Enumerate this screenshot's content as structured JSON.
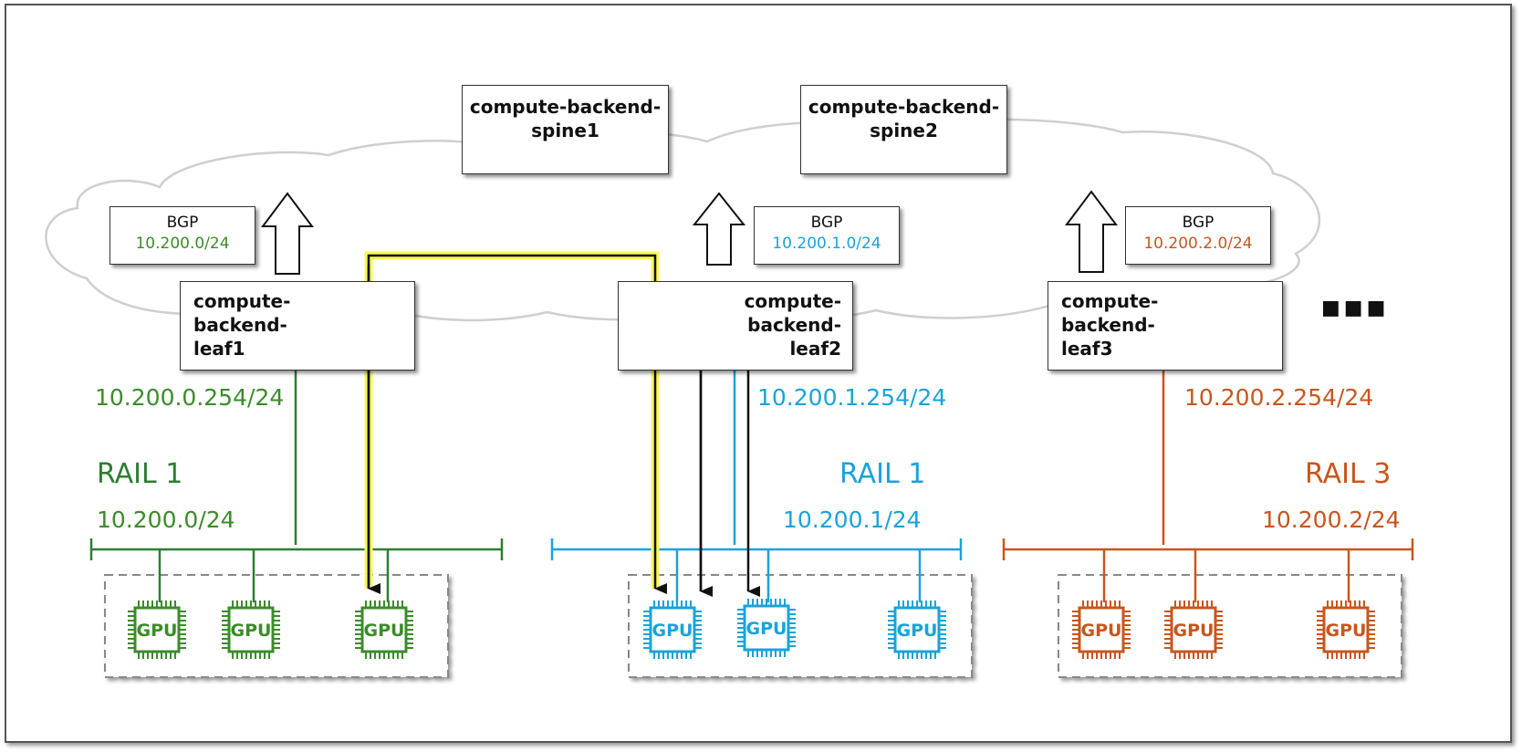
{
  "colors": {
    "green": "#3b8c2a",
    "blue": "#1aa3d9",
    "orange": "#c8561c",
    "highlight": "#f7f75a"
  },
  "spines": [
    {
      "line1": "compute-backend-",
      "line2": "spine1"
    },
    {
      "line1": "compute-backend-",
      "line2": "spine2"
    }
  ],
  "leaves": [
    {
      "line1": "compute-",
      "line2": "backend-",
      "line3": "leaf1"
    },
    {
      "line1": "compute-",
      "line2": "backend-",
      "line3": "leaf2"
    },
    {
      "line1": "compute-",
      "line2": "backend-",
      "line3": "leaf3"
    }
  ],
  "bgp": [
    {
      "title": "BGP",
      "prefix": "10.200.0/24"
    },
    {
      "title": "BGP",
      "prefix": "10.200.1.0/24"
    },
    {
      "title": "BGP",
      "prefix": "10.200.2.0/24"
    }
  ],
  "gateways": [
    "10.200.0.254/24",
    "10.200.1.254/24",
    "10.200.2.254/24"
  ],
  "rails": [
    {
      "name": "RAIL 1",
      "subnet": "10.200.0/24"
    },
    {
      "name": "RAIL 1",
      "subnet": "10.200.1/24"
    },
    {
      "name": "RAIL 3",
      "subnet": "10.200.2/24"
    }
  ],
  "gpu_label": "GPU",
  "more": "■■■"
}
